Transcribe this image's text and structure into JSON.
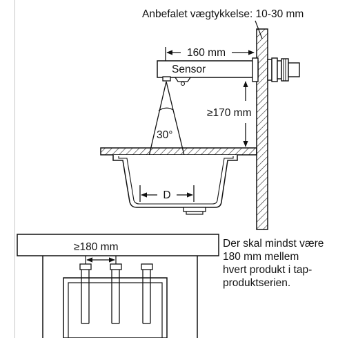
{
  "labels": {
    "wall_thickness": "Anbefalet vægtykkelse: 10-30 mm",
    "spout_length": "160 mm",
    "sensor": "Sensor",
    "angle": "30°",
    "height": "≥170 mm",
    "distance_d": "D",
    "spacing": "≥180 mm"
  },
  "note": {
    "lines": [
      "Der skal mindst være",
      "180 mm mellem",
      "hvert produkt i tap-",
      "produktserien."
    ]
  }
}
